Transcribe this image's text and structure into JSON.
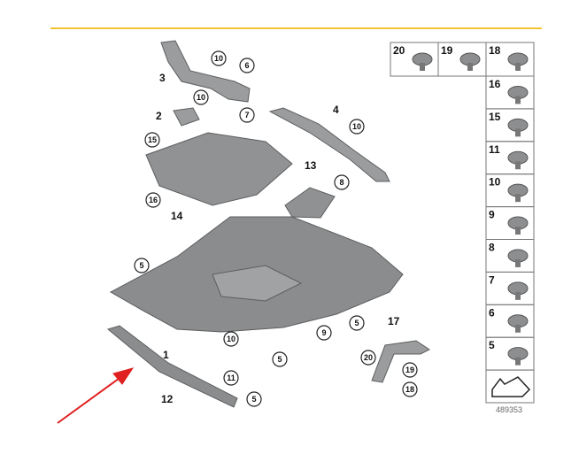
{
  "diagram_id": "489353",
  "accent_color": "#f2c230",
  "arrow_color": "#e02020",
  "parts_grid": {
    "top_row": [
      "20",
      "19",
      "18"
    ],
    "column": [
      "16",
      "15",
      "11",
      "10",
      "9",
      "8",
      "7",
      "6",
      "5"
    ]
  },
  "labels": [
    "3",
    "2",
    "4",
    "13",
    "14",
    "1",
    "12",
    "17"
  ],
  "callouts": [
    "10",
    "6",
    "10",
    "7",
    "10",
    "15",
    "8",
    "16",
    "5",
    "5",
    "9",
    "10",
    "5",
    "20",
    "19",
    "11",
    "18",
    "5"
  ]
}
